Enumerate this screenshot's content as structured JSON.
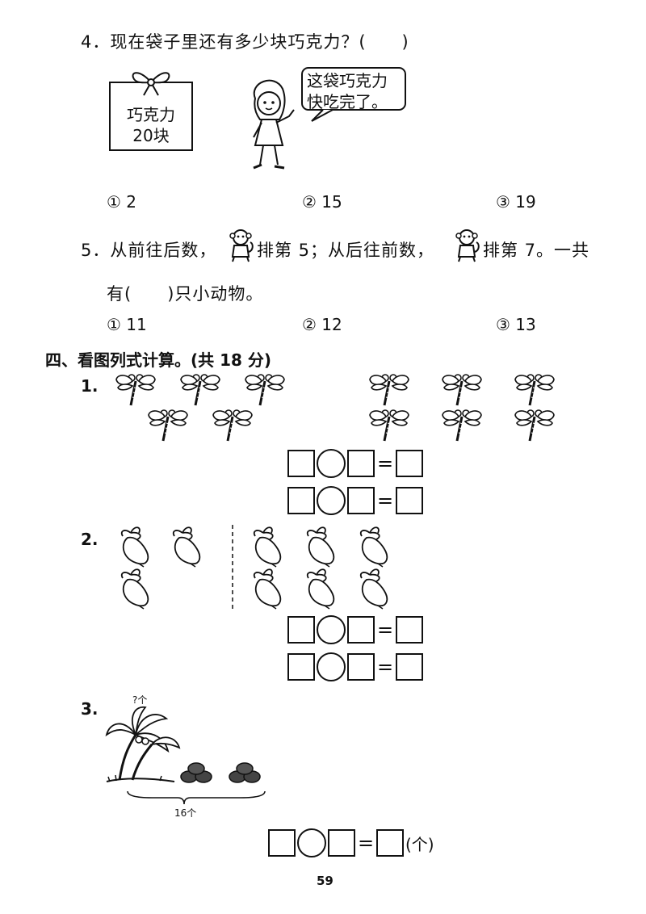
{
  "q4": {
    "text": "4．现在袋子里还有多少块巧克力？(　　)",
    "box_line1": "巧克力",
    "box_line2": "20块",
    "speech": [
      "这袋巧克力",
      "快吃完了。"
    ],
    "options": [
      "① 2",
      "② 15",
      "③ 19"
    ]
  },
  "q5": {
    "line1_a": "5．从前往后数，",
    "line1_b": "排第 5；从后往前数，",
    "line1_c": "排第 7。一共",
    "line2": "有(　　)只小动物。",
    "options": [
      "① 11",
      "② 12",
      "③ 13"
    ]
  },
  "section4": {
    "title": "四、看图列式计算。(共 18 分)",
    "p1": "1.",
    "p2": "2.",
    "p3": "3.",
    "p3_top": "?个",
    "p3_bottom": "16个",
    "p3_unit": "(个)"
  },
  "page_number": "59",
  "icons": [
    "gift-box-icon",
    "girl-icon",
    "speech-bubble-icon",
    "monkey-icon",
    "dragonfly-icon",
    "radish-icon",
    "coconut-tree-icon",
    "coconut-pile-icon"
  ]
}
